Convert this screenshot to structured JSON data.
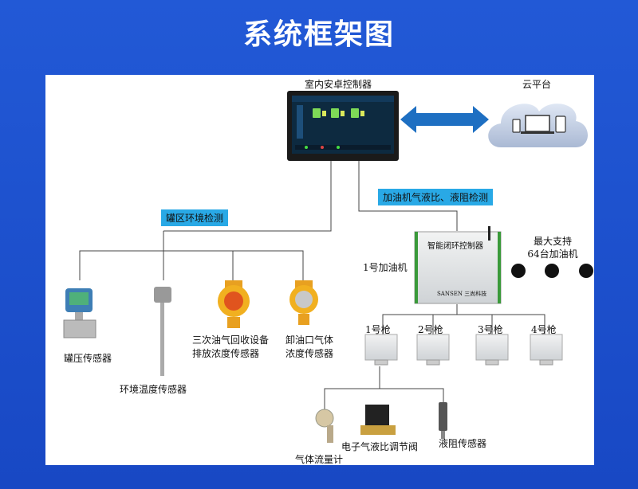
{
  "page_title": "系统框架图",
  "nodes": {
    "controller": "室内安卓控制器",
    "cloud": "云平台",
    "closed_loop": "智能闭环控制器",
    "closed_loop_brand": "SANSEN 三尚科技",
    "dispenser_1": "1号加油机",
    "max_support_line1": "最大支持",
    "max_support_line2": "64台加油机",
    "tank_pressure": "罐压传感器",
    "env_temp": "环境温度传感器",
    "vapor_recovery_line1": "三次油气回收设备",
    "vapor_recovery_line2": "排放浓度传感器",
    "unload_line1": "卸油口气体",
    "unload_line2": "浓度传感器",
    "gas_flow": "气体流量计",
    "valve": "电子气液比调节阀",
    "resistance": "液阻传感器"
  },
  "tags": {
    "tank_env": "罐区环境检测",
    "al_ratio": "加油机气液比、液阻检测"
  },
  "guns": [
    "1号枪",
    "2号枪",
    "3号枪",
    "4号枪"
  ],
  "colors": {
    "background": "#1a4fc9",
    "tag": "#29a9e6",
    "arrow": "#1e6fc2"
  }
}
